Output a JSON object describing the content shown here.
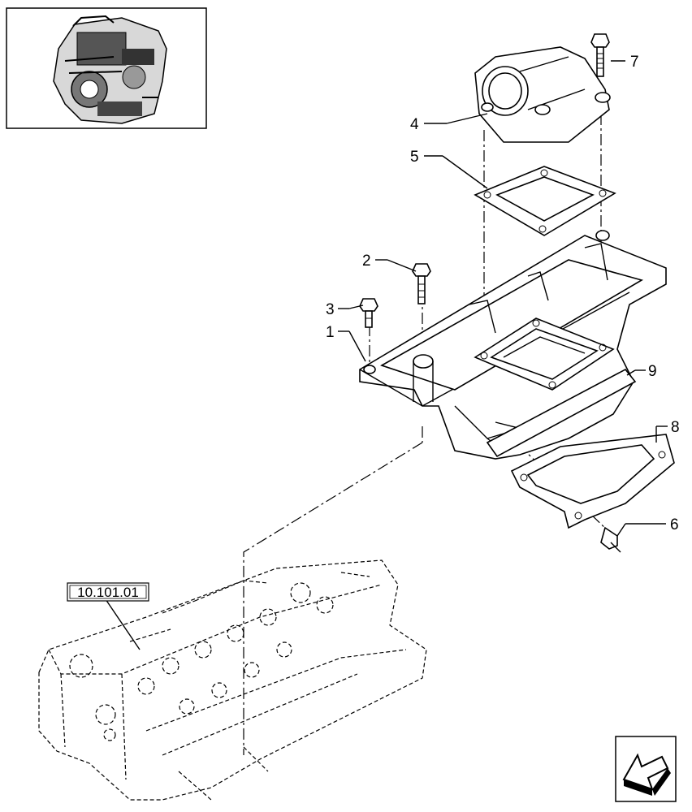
{
  "callouts": [
    {
      "id": "1",
      "label": "1"
    },
    {
      "id": "2",
      "label": "2"
    },
    {
      "id": "3",
      "label": "3"
    },
    {
      "id": "4",
      "label": "4"
    },
    {
      "id": "5",
      "label": "5"
    },
    {
      "id": "6",
      "label": "6"
    },
    {
      "id": "7",
      "label": "7"
    },
    {
      "id": "8",
      "label": "8"
    },
    {
      "id": "9",
      "label": "9"
    }
  ],
  "reference": {
    "label": "10.101.01"
  },
  "icons": {
    "thumbnail": "engine-thumbnail-icon",
    "navigation": "back-arrow-icon"
  }
}
